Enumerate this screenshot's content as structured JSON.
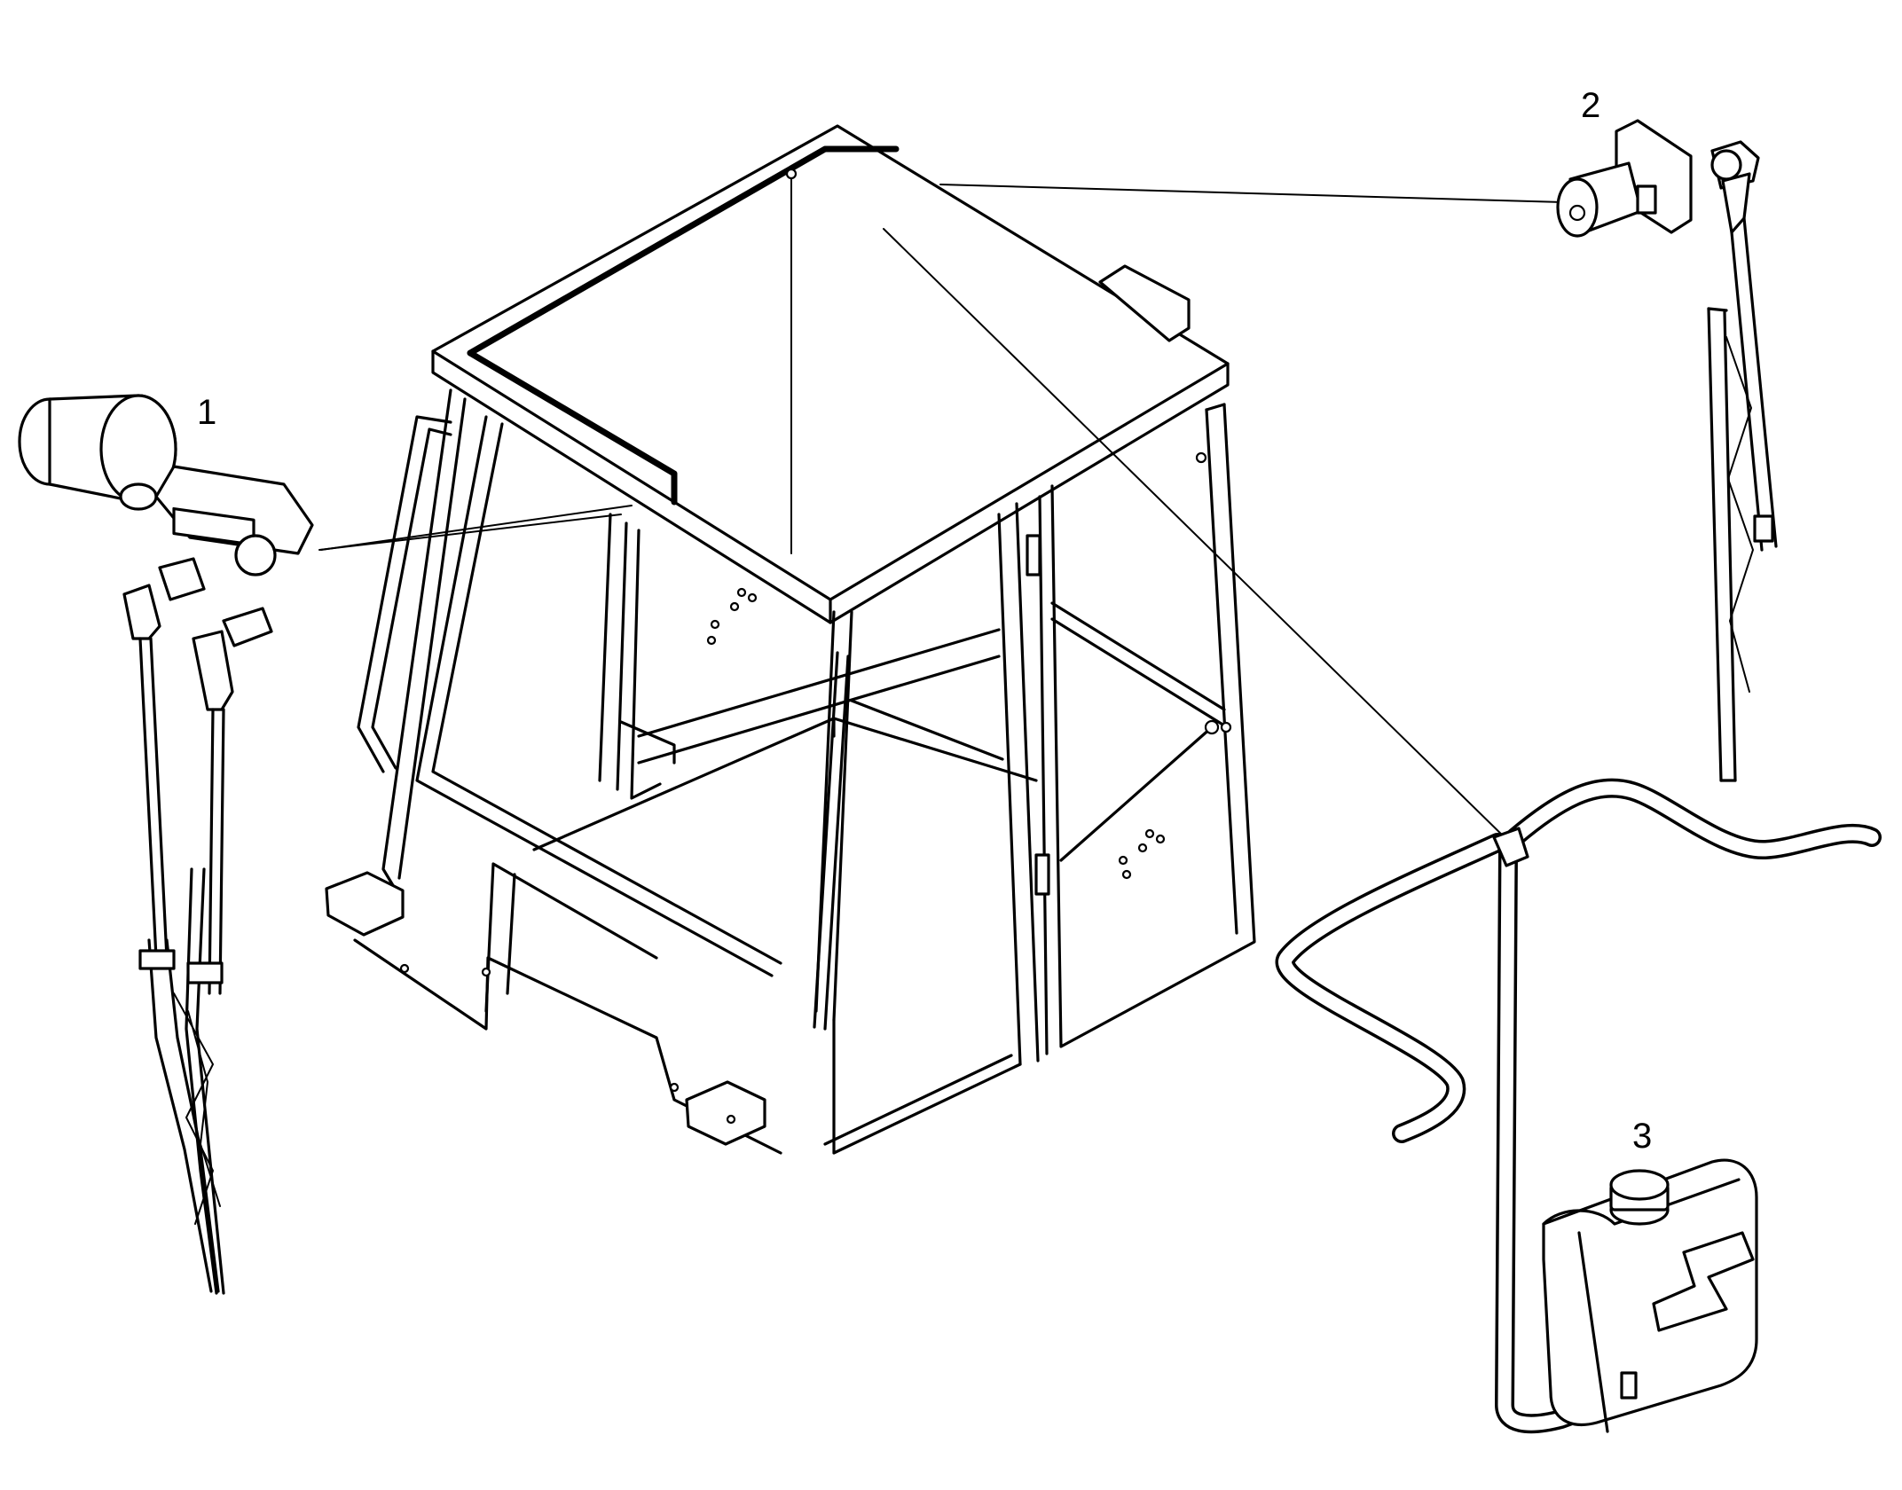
{
  "callouts": {
    "part1": "1",
    "part2": "2",
    "part3": "3"
  },
  "parts": {
    "part1": "front-wiper-motor-and-arm-icon",
    "part2": "rear-wiper-motor-and-arm-icon",
    "part3": "washer-reservoir-and-hose-icon",
    "cab": "cab-frame-icon"
  },
  "colors": {
    "ink": "#000000",
    "paper": "#ffffff"
  }
}
